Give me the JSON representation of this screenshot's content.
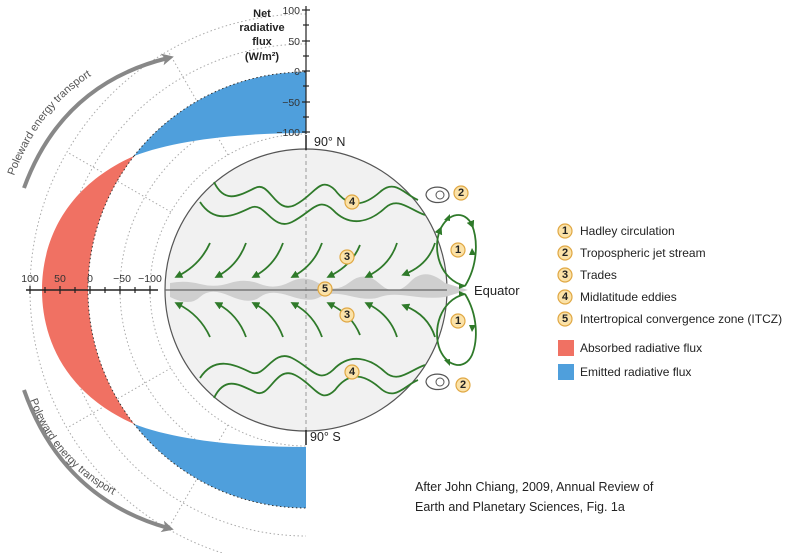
{
  "axis": {
    "title": [
      "Net",
      "radiative",
      "flux",
      "(W/m²)"
    ],
    "vertical_ticks": [
      "100",
      "50",
      "0",
      "−50",
      "−100"
    ],
    "horizontal_ticks": [
      "100",
      "50",
      "0",
      "−50",
      "−100"
    ]
  },
  "labels": {
    "north_pole": "90° N",
    "south_pole": "90° S",
    "equator": "Equator",
    "poleward_top": "Poleward energy transport",
    "poleward_bottom": "Poleward energy transport"
  },
  "badges": {
    "one": "1",
    "two": "2",
    "three": "3",
    "four": "4",
    "five": "5"
  },
  "legend": {
    "items": [
      {
        "num": "1",
        "label": "Hadley circulation"
      },
      {
        "num": "2",
        "label": "Tropospheric jet stream"
      },
      {
        "num": "3",
        "label": "Trades"
      },
      {
        "num": "4",
        "label": "Midlatitude eddies"
      },
      {
        "num": "5",
        "label": "Intertropical convergence zone (ITCZ)"
      }
    ],
    "absorbed": "Absorbed radiative flux",
    "emitted": "Emitted radiative flux"
  },
  "caption": [
    "After John Chiang, 2009, Annual Review of",
    "Earth and Planetary Sciences, Fig. 1a"
  ],
  "colors": {
    "absorbed": "#f07163",
    "emitted": "#4f9fdc",
    "flow": "#2f7a2a",
    "badge": "#fbe2a8"
  }
}
